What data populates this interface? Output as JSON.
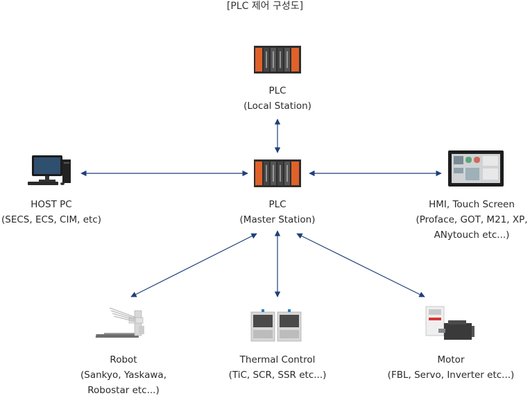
{
  "title": "[PLC 제어 구성도]",
  "nodes": {
    "plc_local": {
      "line1": "PLC",
      "line2": "(Local Station)"
    },
    "plc_master": {
      "line1": "PLC",
      "line2": "(Master Station)"
    },
    "host_pc": {
      "line1": "HOST PC",
      "line2": "(SECS, ECS, CIM, etc)"
    },
    "hmi": {
      "line1": "HMI, Touch Screen",
      "line2": "(Proface, GOT, M21, XP,",
      "line3": "ANytouch etc...)"
    },
    "robot": {
      "line1": "Robot",
      "line2": "(Sankyo, Yaskawa,",
      "line3": "Robostar etc...)"
    },
    "thermal": {
      "line1": "Thermal Control",
      "line2": "(TiC, SCR, SSR etc...)"
    },
    "motor": {
      "line1": "Motor",
      "line2": "(FBL, Servo, Inverter etc...)"
    }
  },
  "colors": {
    "arrow": "#1f3f7a",
    "plc_orange": "#e0622a",
    "plc_dark": "#3a3a3a"
  }
}
